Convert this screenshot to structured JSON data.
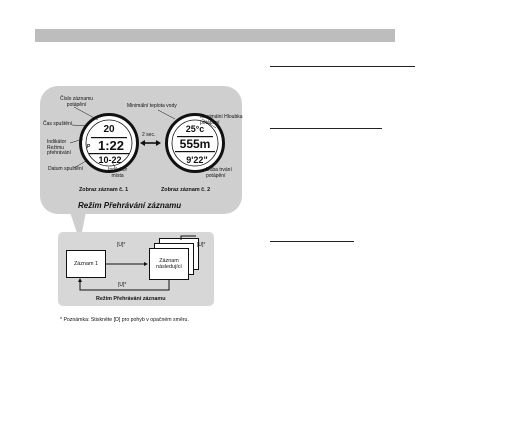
{
  "watch1": {
    "labels": {
      "record_number": "Číslo záznamu\npotápění",
      "start_time": "Čas spuštění",
      "mode_indicator": "Indikátor\nRežimu\npřehrávání",
      "start_date": "Datum spuštění",
      "place_indicator": "Indikátor\nmísta"
    },
    "display": {
      "top": "20",
      "indicator": "P",
      "main": "1:22",
      "bottom": "10-22"
    },
    "caption": "Zobraz záznam č. 1"
  },
  "watch2": {
    "labels": {
      "min_water_temp": "Minimální teplota vody",
      "max_depth": "Maximální Hloubka\npotápění",
      "dive_duration": "Doba trvání\npotápění"
    },
    "display": {
      "top": "25°c",
      "main": "555m",
      "bottom": "9'22\""
    },
    "caption": "Zobraz záznam č. 2"
  },
  "arrow_label": "2 sec.",
  "mode_title": "Režim Přehrávání záznamu",
  "flow": {
    "record1": "Záznam 1",
    "next_record": "Záznam\nnásledující",
    "key_top": "[U]*",
    "key_right": "[U]*",
    "key_bottom": "[U]*",
    "caption": "Režim Přehrávání záznamu"
  },
  "footnote": "* Poznámka: Stiskněte [D] pro pohyb v opačném směru."
}
